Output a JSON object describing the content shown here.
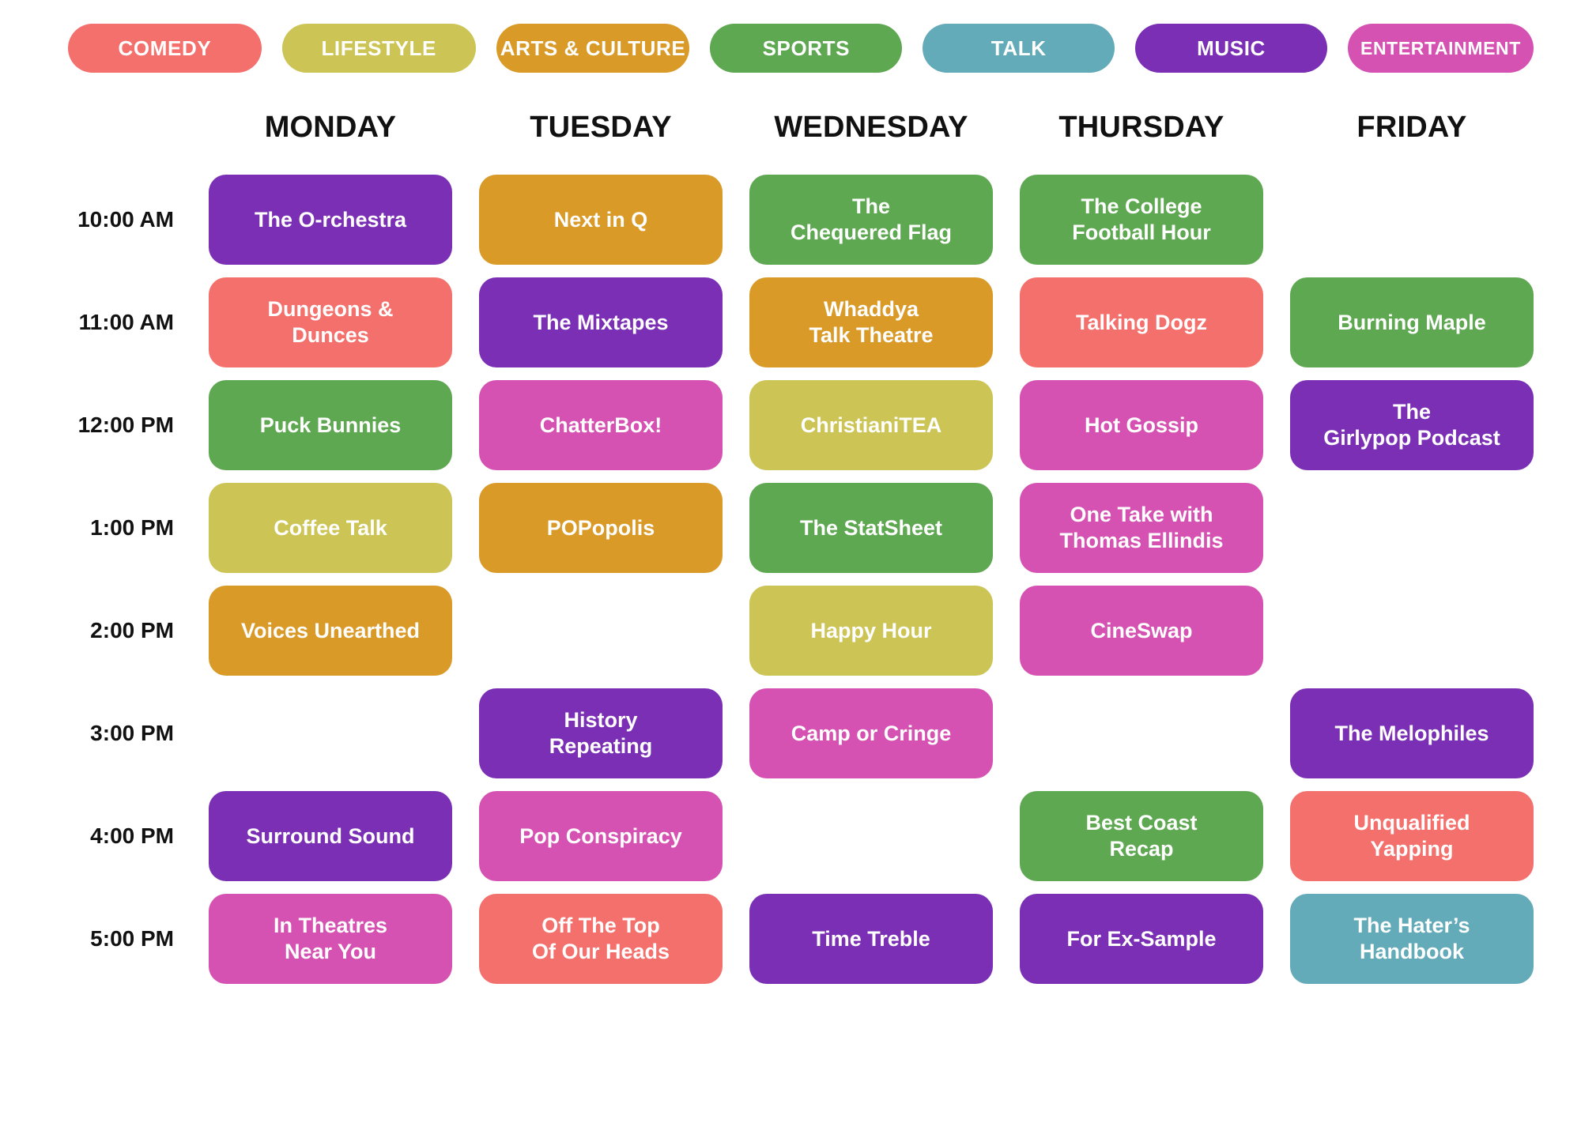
{
  "legend": {
    "items": [
      {
        "label": "COMEDY",
        "key": "comedy",
        "color": "#F4706C",
        "width_class": "w-comedy"
      },
      {
        "label": "LIFESTYLE",
        "key": "lifestyle",
        "color": "#CCC455",
        "width_class": "w-lifestyle"
      },
      {
        "label": "ARTS & CULTURE",
        "key": "arts",
        "color": "#D99A28",
        "width_class": "w-arts"
      },
      {
        "label": "SPORTS",
        "key": "sports",
        "color": "#5FA852",
        "width_class": "w-sports"
      },
      {
        "label": "TALK",
        "key": "talk",
        "color": "#63ABB8",
        "width_class": "w-talk"
      },
      {
        "label": "MUSIC",
        "key": "music",
        "color": "#7A2FB5",
        "width_class": "w-music"
      },
      {
        "label": "ENTERTAINMENT",
        "key": "entertainment",
        "color": "#D652B2",
        "width_class": "w-entertainment"
      }
    ]
  },
  "colors": {
    "comedy": "#F4706C",
    "lifestyle": "#CCC455",
    "arts": "#D99A28",
    "sports": "#5FA852",
    "talk": "#63ABB8",
    "music": "#7A2FB5",
    "entertainment": "#D652B2",
    "text_dark": "#111111",
    "background": "#FFFFFF"
  },
  "days": [
    "MONDAY",
    "TUESDAY",
    "WEDNESDAY",
    "THURSDAY",
    "FRIDAY"
  ],
  "times": [
    "10:00 AM",
    "11:00 AM",
    "12:00 PM",
    "1:00 PM",
    "2:00 PM",
    "3:00 PM",
    "4:00 PM",
    "5:00 PM"
  ],
  "schedule": [
    {
      "time": "10:00 AM",
      "cells": [
        {
          "title": "The O-rchestra",
          "lines": [
            "The O-rchestra"
          ],
          "category": "music"
        },
        {
          "title": "Next in Q",
          "lines": [
            "Next in Q"
          ],
          "category": "arts"
        },
        {
          "title": "The Chequered Flag",
          "lines": [
            "The",
            "Chequered Flag"
          ],
          "category": "sports"
        },
        {
          "title": "The College Football Hour",
          "lines": [
            "The College",
            "Football Hour"
          ],
          "category": "sports"
        },
        {
          "title": "",
          "lines": [],
          "category": null
        }
      ]
    },
    {
      "time": "11:00 AM",
      "cells": [
        {
          "title": "Dungeons & Dunces",
          "lines": [
            "Dungeons &",
            "Dunces"
          ],
          "category": "comedy"
        },
        {
          "title": "The Mixtapes",
          "lines": [
            "The Mixtapes"
          ],
          "category": "music"
        },
        {
          "title": "Whaddya Talk Theatre",
          "lines": [
            "Whaddya",
            "Talk Theatre"
          ],
          "category": "arts"
        },
        {
          "title": "Talking Dogz",
          "lines": [
            "Talking Dogz"
          ],
          "category": "comedy"
        },
        {
          "title": "Burning Maple",
          "lines": [
            "Burning Maple"
          ],
          "category": "sports"
        }
      ]
    },
    {
      "time": "12:00 PM",
      "cells": [
        {
          "title": "Puck Bunnies",
          "lines": [
            "Puck Bunnies"
          ],
          "category": "sports"
        },
        {
          "title": "ChatterBox!",
          "lines": [
            "ChatterBox!"
          ],
          "category": "entertainment"
        },
        {
          "title": "ChristianiTEA",
          "lines": [
            "ChristianiTEA"
          ],
          "category": "lifestyle"
        },
        {
          "title": "Hot Gossip",
          "lines": [
            "Hot Gossip"
          ],
          "category": "entertainment"
        },
        {
          "title": "The Girlypop Podcast",
          "lines": [
            "The",
            "Girlypop Podcast"
          ],
          "category": "music"
        }
      ]
    },
    {
      "time": "1:00 PM",
      "cells": [
        {
          "title": "Coffee Talk",
          "lines": [
            "Coffee Talk"
          ],
          "category": "lifestyle"
        },
        {
          "title": "POPopolis",
          "lines": [
            "POPopolis"
          ],
          "category": "arts"
        },
        {
          "title": "The StatSheet",
          "lines": [
            "The StatSheet"
          ],
          "category": "sports"
        },
        {
          "title": "One Take with Thomas Ellindis",
          "lines": [
            "One Take with",
            "Thomas Ellindis"
          ],
          "category": "entertainment"
        },
        {
          "title": "",
          "lines": [],
          "category": null
        }
      ]
    },
    {
      "time": "2:00 PM",
      "cells": [
        {
          "title": "Voices Unearthed",
          "lines": [
            "Voices Unearthed"
          ],
          "category": "arts"
        },
        {
          "title": "",
          "lines": [],
          "category": null
        },
        {
          "title": "Happy Hour",
          "lines": [
            "Happy Hour"
          ],
          "category": "lifestyle"
        },
        {
          "title": "CineSwap",
          "lines": [
            "CineSwap"
          ],
          "category": "entertainment"
        },
        {
          "title": "",
          "lines": [],
          "category": null
        }
      ]
    },
    {
      "time": "3:00 PM",
      "cells": [
        {
          "title": "",
          "lines": [],
          "category": null
        },
        {
          "title": "History Repeating",
          "lines": [
            "History",
            "Repeating"
          ],
          "category": "music"
        },
        {
          "title": "Camp or Cringe",
          "lines": [
            "Camp or Cringe"
          ],
          "category": "entertainment"
        },
        {
          "title": "",
          "lines": [],
          "category": null
        },
        {
          "title": "The Melophiles",
          "lines": [
            "The Melophiles"
          ],
          "category": "music"
        }
      ]
    },
    {
      "time": "4:00 PM",
      "cells": [
        {
          "title": "Surround Sound",
          "lines": [
            "Surround Sound"
          ],
          "category": "music"
        },
        {
          "title": "Pop Conspiracy",
          "lines": [
            "Pop Conspiracy"
          ],
          "category": "entertainment"
        },
        {
          "title": "",
          "lines": [],
          "category": null
        },
        {
          "title": "Best Coast Recap",
          "lines": [
            "Best Coast",
            "Recap"
          ],
          "category": "sports"
        },
        {
          "title": "Unqualified Yapping",
          "lines": [
            "Unqualified",
            "Yapping"
          ],
          "category": "comedy"
        }
      ]
    },
    {
      "time": "5:00 PM",
      "cells": [
        {
          "title": "In Theatres Near You",
          "lines": [
            "In Theatres",
            "Near You"
          ],
          "category": "entertainment"
        },
        {
          "title": "Off The Top Of Our Heads",
          "lines": [
            "Off The Top",
            "Of Our Heads"
          ],
          "category": "comedy"
        },
        {
          "title": "Time Treble",
          "lines": [
            "Time Treble"
          ],
          "category": "music"
        },
        {
          "title": "For Ex-Sample",
          "lines": [
            "For Ex-Sample"
          ],
          "category": "music"
        },
        {
          "title": "The Hater’s Handbook",
          "lines": [
            "The Hater’s",
            "Handbook"
          ],
          "category": "talk"
        }
      ]
    }
  ]
}
